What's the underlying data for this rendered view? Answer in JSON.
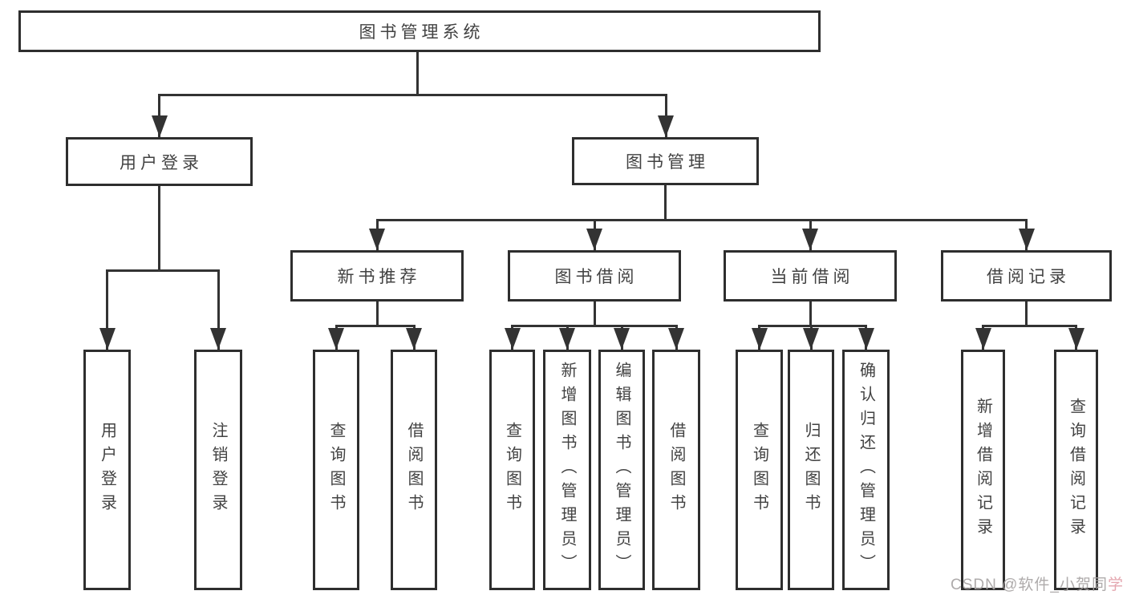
{
  "diagram": {
    "root": {
      "label": "图书管理系统"
    },
    "level2": [
      {
        "label": "用户登录"
      },
      {
        "label": "图书管理"
      }
    ],
    "level3": [
      {
        "label": "新书推荐"
      },
      {
        "label": "图书借阅"
      },
      {
        "label": "当前借阅"
      },
      {
        "label": "借阅记录"
      }
    ],
    "leaves": [
      {
        "label": "用户登录"
      },
      {
        "label": "注销登录"
      },
      {
        "label": "查询图书"
      },
      {
        "label": "借阅图书"
      },
      {
        "label": "查询图书"
      },
      {
        "label": "新增图书（管理员）"
      },
      {
        "label": "编辑图书（管理员）"
      },
      {
        "label": "借阅图书"
      },
      {
        "label": "查询图书"
      },
      {
        "label": "归还图书"
      },
      {
        "label": "确认归还（管理员）"
      },
      {
        "label": "新增借阅记录"
      },
      {
        "label": "查询借阅记录"
      }
    ]
  },
  "watermark": {
    "main": "CSDN @软件_小贺同",
    "accent": "学"
  },
  "colors": {
    "line": "#333333",
    "box_border": "#2e2e2e",
    "box_fill": "#ffffff",
    "text": "#424242",
    "watermark_gray": "#a8a4a4",
    "watermark_pink": "#e2a0a9"
  }
}
